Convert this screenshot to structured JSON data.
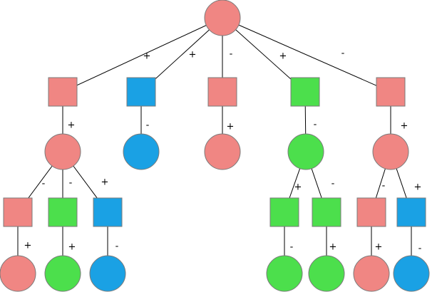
{
  "colors": {
    "red": "#f08683",
    "green": "#4cdf4c",
    "blue": "#1aa1e4"
  },
  "nodes": [
    {
      "id": "root",
      "shape": "circle",
      "color": "red"
    },
    {
      "id": "s1",
      "shape": "square",
      "color": "red"
    },
    {
      "id": "s2",
      "shape": "square",
      "color": "blue"
    },
    {
      "id": "s3",
      "shape": "square",
      "color": "red"
    },
    {
      "id": "s4",
      "shape": "square",
      "color": "green"
    },
    {
      "id": "s5",
      "shape": "square",
      "color": "red"
    },
    {
      "id": "c1",
      "shape": "circle",
      "color": "red"
    },
    {
      "id": "c2",
      "shape": "circle",
      "color": "blue"
    },
    {
      "id": "c3",
      "shape": "circle",
      "color": "red"
    },
    {
      "id": "c4",
      "shape": "circle",
      "color": "green"
    },
    {
      "id": "c5",
      "shape": "circle",
      "color": "red"
    },
    {
      "id": "s1a",
      "shape": "square",
      "color": "red"
    },
    {
      "id": "s1b",
      "shape": "square",
      "color": "green"
    },
    {
      "id": "s1c",
      "shape": "square",
      "color": "blue"
    },
    {
      "id": "s4a",
      "shape": "square",
      "color": "green"
    },
    {
      "id": "s4b",
      "shape": "square",
      "color": "green"
    },
    {
      "id": "s5a",
      "shape": "square",
      "color": "red"
    },
    {
      "id": "s5b",
      "shape": "square",
      "color": "blue"
    },
    {
      "id": "c1a",
      "shape": "circle",
      "color": "red"
    },
    {
      "id": "c1b",
      "shape": "circle",
      "color": "green"
    },
    {
      "id": "c1c",
      "shape": "circle",
      "color": "blue"
    },
    {
      "id": "c4a",
      "shape": "circle",
      "color": "green"
    },
    {
      "id": "c4b",
      "shape": "circle",
      "color": "green"
    },
    {
      "id": "c5a",
      "shape": "circle",
      "color": "red"
    },
    {
      "id": "c5b",
      "shape": "circle",
      "color": "blue"
    }
  ],
  "edges": [
    {
      "from": "root",
      "to": "s1",
      "sign": "+"
    },
    {
      "from": "root",
      "to": "s2",
      "sign": "+"
    },
    {
      "from": "root",
      "to": "s3",
      "sign": "-"
    },
    {
      "from": "root",
      "to": "s4",
      "sign": "+"
    },
    {
      "from": "root",
      "to": "s5",
      "sign": "-"
    },
    {
      "from": "s1",
      "to": "c1",
      "sign": "+"
    },
    {
      "from": "s2",
      "to": "c2",
      "sign": "-"
    },
    {
      "from": "s3",
      "to": "c3",
      "sign": "+"
    },
    {
      "from": "s4",
      "to": "c4",
      "sign": "-"
    },
    {
      "from": "s5",
      "to": "c5",
      "sign": "+"
    },
    {
      "from": "c1",
      "to": "s1a",
      "sign": "-"
    },
    {
      "from": "c1",
      "to": "s1b",
      "sign": "-"
    },
    {
      "from": "c1",
      "to": "s1c",
      "sign": "+"
    },
    {
      "from": "c4",
      "to": "s4a",
      "sign": "+"
    },
    {
      "from": "c4",
      "to": "s4b",
      "sign": "-"
    },
    {
      "from": "c5",
      "to": "s5a",
      "sign": "-"
    },
    {
      "from": "c5",
      "to": "s5b",
      "sign": "+"
    },
    {
      "from": "s1a",
      "to": "c1a",
      "sign": "+"
    },
    {
      "from": "s1b",
      "to": "c1b",
      "sign": "+"
    },
    {
      "from": "s1c",
      "to": "c1c",
      "sign": "-"
    },
    {
      "from": "s4a",
      "to": "c4a",
      "sign": "-"
    },
    {
      "from": "s4b",
      "to": "c4b",
      "sign": "+"
    },
    {
      "from": "s5a",
      "to": "c5a",
      "sign": "+"
    },
    {
      "from": "s5b",
      "to": "c5b",
      "sign": "-"
    }
  ]
}
